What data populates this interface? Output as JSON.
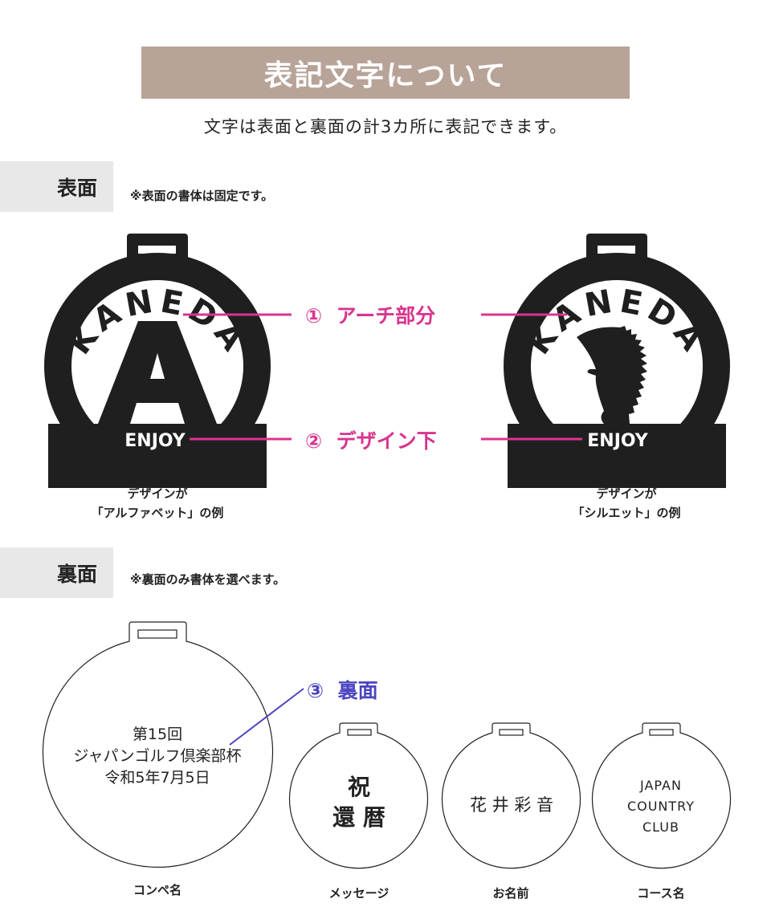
{
  "header": {
    "title": "表記文字について",
    "intro": "文字は表面と裏面の計3カ所に表記できます。"
  },
  "colors": {
    "banner": "#b8a398",
    "section_bg": "#e8e8e8",
    "medal_fill": "#1f1f1f",
    "callout_pink": "#d9348f",
    "callout_blue": "#4a44c0"
  },
  "front": {
    "section_label": "表面",
    "note": "※表面の書体は固定です。",
    "callouts": [
      {
        "number": "①",
        "label": "アーチ部分"
      },
      {
        "number": "②",
        "label": "デザイン下"
      }
    ],
    "medals": [
      {
        "arch_text": "KANEDA",
        "center": "A",
        "bottom_text": "ENJOY",
        "caption_line1": "デザインが",
        "caption_line2": "「アルファベット」の例"
      },
      {
        "arch_text": "KANEDA",
        "center": "hedgehog-silhouette",
        "bottom_text": "ENJOY",
        "caption_line1": "デザインが",
        "caption_line2": "「シルエット」の例"
      }
    ]
  },
  "back": {
    "section_label": "裏面",
    "note": "※裏面のみ書体を選べます。",
    "callout": {
      "number": "③",
      "label": "裏面"
    },
    "medals": [
      {
        "lines": [
          "第15回",
          "ジャパンゴルフ倶楽部杯",
          "令和5年7月5日"
        ],
        "caption": "コンペ名"
      },
      {
        "lines": [
          "祝",
          "還 暦"
        ],
        "caption": "メッセージ"
      },
      {
        "lines": [
          "花 井 彩 音"
        ],
        "caption": "お名前"
      },
      {
        "lines": [
          "JAPAN",
          "COUNTRY",
          "CLUB"
        ],
        "caption": "コース名"
      }
    ]
  }
}
